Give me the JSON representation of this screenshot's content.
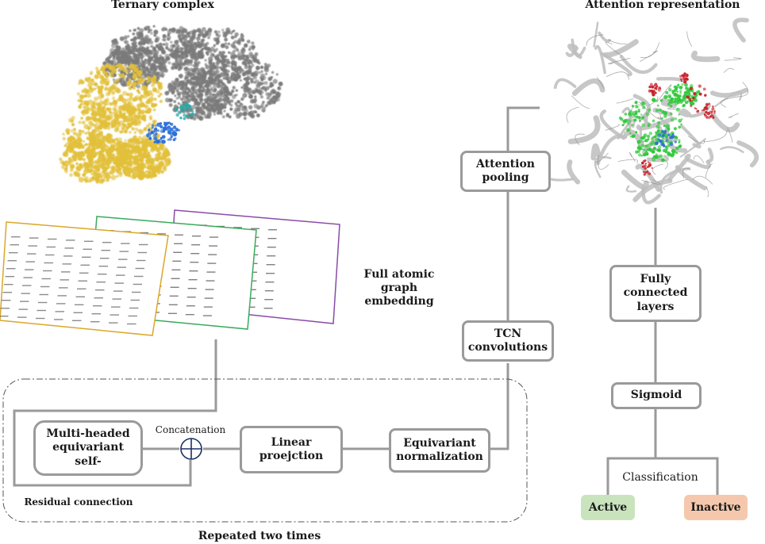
{
  "titles": {
    "ternary": "Ternary complex",
    "attention_repr": "Attention representation",
    "embedding": "Full atomic graph embedding",
    "repeated": "Repeated two times",
    "residual": "Residual connection",
    "concat": "Concatenation"
  },
  "boxes": {
    "mhsa": "Multi-headed equivariant self-",
    "linear": "Linear proejction",
    "norm": "Equivariant normalization",
    "tcn": "TCN convolutions",
    "pool": "Attention pooling",
    "fc": "Fully connected layers",
    "sigmoid": "Sigmoid"
  },
  "classification": {
    "label": "Classification",
    "active": "Active",
    "inactive": "Inactive"
  },
  "colors": {
    "line": "#9a9a9a",
    "sheet_yellow": "#d9a82a",
    "sheet_green": "#3aaa5a",
    "sheet_purple": "#8a4aa8",
    "active_bg": "#c9e4bd",
    "inactive_bg": "#f5c8ad",
    "protein_gray": "#7a7a7a",
    "protein_gold": "#e2c03a",
    "ligand_blue": "#2a6ed8",
    "ligand_green": "#2ec83a",
    "residue_red": "#c8202a"
  },
  "icons": [
    "ternary-complex-molecule-image",
    "attention-protein-image",
    "concatenation-plus-icon"
  ]
}
